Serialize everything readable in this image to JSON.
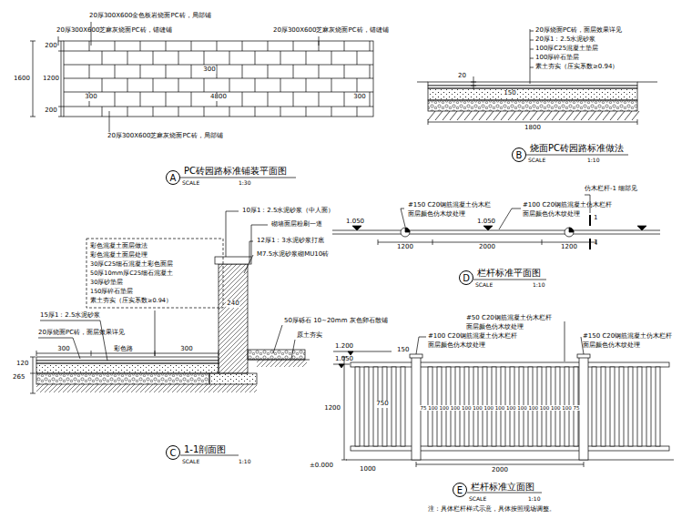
{
  "diagram": {
    "nodes": [
      {
        "text": [
          "A"
        ]
      },
      {
        "text": [
          "B"
        ]
      },
      {
        "text": [
          "彩色混凝土面层做法",
          "彩色混凝土面层处理",
          "30厚C25细石混凝土彩色面层",
          "50厚10mm厚C25细石混凝土",
          "30厚砂垫层",
          "150厚碎石垫层",
          "素土夯实（压实系数≥0.94）"
        ]
      },
      {
        "text": [
          "C"
        ]
      },
      {
        "text": [
          "D"
        ]
      },
      {
        "text": [
          "E"
        ]
      }
    ],
    "labels": [
      "20厚300X600金色板岩烧面PC砖，局部铺",
      "20厚300X600芝麻灰烧面PC砖，错缝铺",
      "20厚300X600芝麻灰烧面PC砖，错缝铺",
      "20厚300X600芝麻灰烧面PC砖，局部铺",
      "1600",
      "200",
      "1200",
      "200",
      "300",
      "300",
      "4800",
      "300",
      "PC砖园路标准铺装平面图",
      "SCALE",
      "1:30",
      "20厚烧面PC砖，面层效果详见",
      "20厚1：2.5水泥砂浆",
      "100厚C25混凝土垫层",
      "100厚碎石垫层",
      "素土夯实（压实系数≥0.94）",
      "20",
      "150",
      "1800",
      "烧面PC砖园路标准做法",
      "SCALE",
      "1:10",
      "10厚1：2.5水泥砂浆（中人面）",
      "砌墙面层粉刷一道",
      "12厚1：3水泥砂浆打底",
      "M7.5水泥砂浆砌MU10砖",
      "15厚1：2.5水泥砂浆",
      "20厚烧面PC砖，面层效果详见",
      "50厚砾石 10~20mm 灰色卵石散铺",
      "原土夯实",
      "300",
      "彩色路",
      "300",
      "240",
      "265",
      "120",
      "1-1剖面图",
      "SCALE",
      "1:10",
      "1.050",
      "#150 C20钢筋混凝土仿木栏",
      "面层颜色仿木纹处理",
      "1.050",
      "#100 C20钢筋混凝土仿木栏杆",
      "面层颜色仿木纹处理",
      "仿木栏杆-1 细部见",
      "1",
      "1",
      "1200",
      "2000",
      "1200",
      "栏杆标准平面图",
      "SCALE",
      "1:10",
      "#50 C20钢筋混凝土仿木栏杆",
      "面层颜色仿木纹处理",
      "#100 C20钢筋混凝土仿木栏杆",
      "面层颜色仿木纹处理",
      "#150 C20钢筋混凝土仿木栏杆",
      "面层颜色仿木纹处理",
      "1.200",
      "1.050",
      "150",
      "1200",
      "750",
      "1000",
      "75 100 100 100 100 100 100 100 100 100 100 100 100 100 75",
      "2000",
      "±0.000",
      "栏杆标准立面图",
      "SCALE",
      "1:10",
      "注：具体栏杆样式示意，具体按照现场调整。"
    ]
  }
}
